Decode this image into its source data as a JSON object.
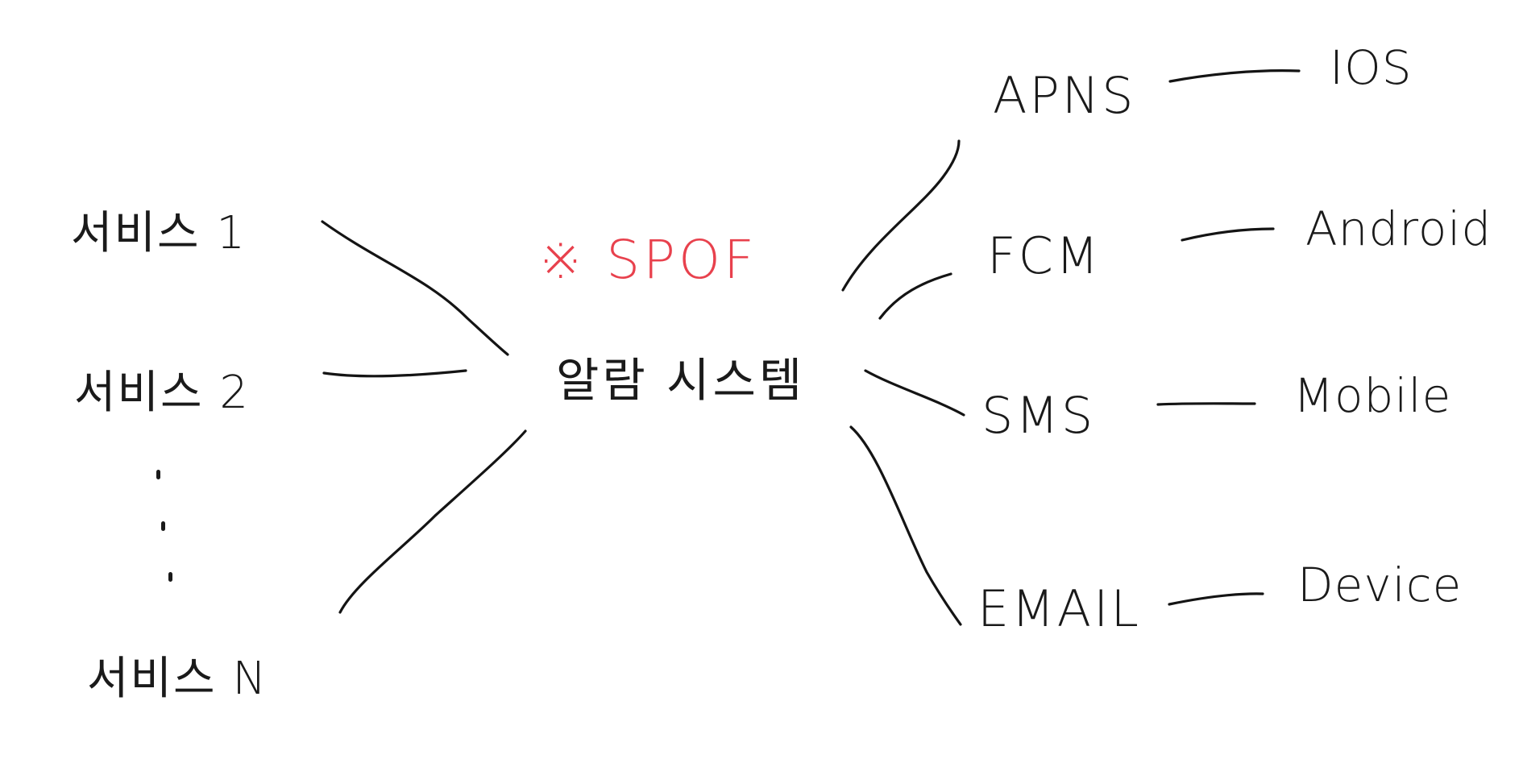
{
  "sources": [
    {
      "label": "서비스 1"
    },
    {
      "label": "서비스 2"
    },
    {
      "label": "서비스 N"
    }
  ],
  "hub": {
    "label": "알람 시스템",
    "warning": "※ SPOF",
    "warning_color": "#e8414d"
  },
  "channels": [
    {
      "label": "APNS",
      "target": "IOS"
    },
    {
      "label": "FCM",
      "target": "Android"
    },
    {
      "label": "SMS",
      "target": "Mobile"
    },
    {
      "label": "EMAIL",
      "target": "Device"
    }
  ],
  "stroke_color": "#141414"
}
